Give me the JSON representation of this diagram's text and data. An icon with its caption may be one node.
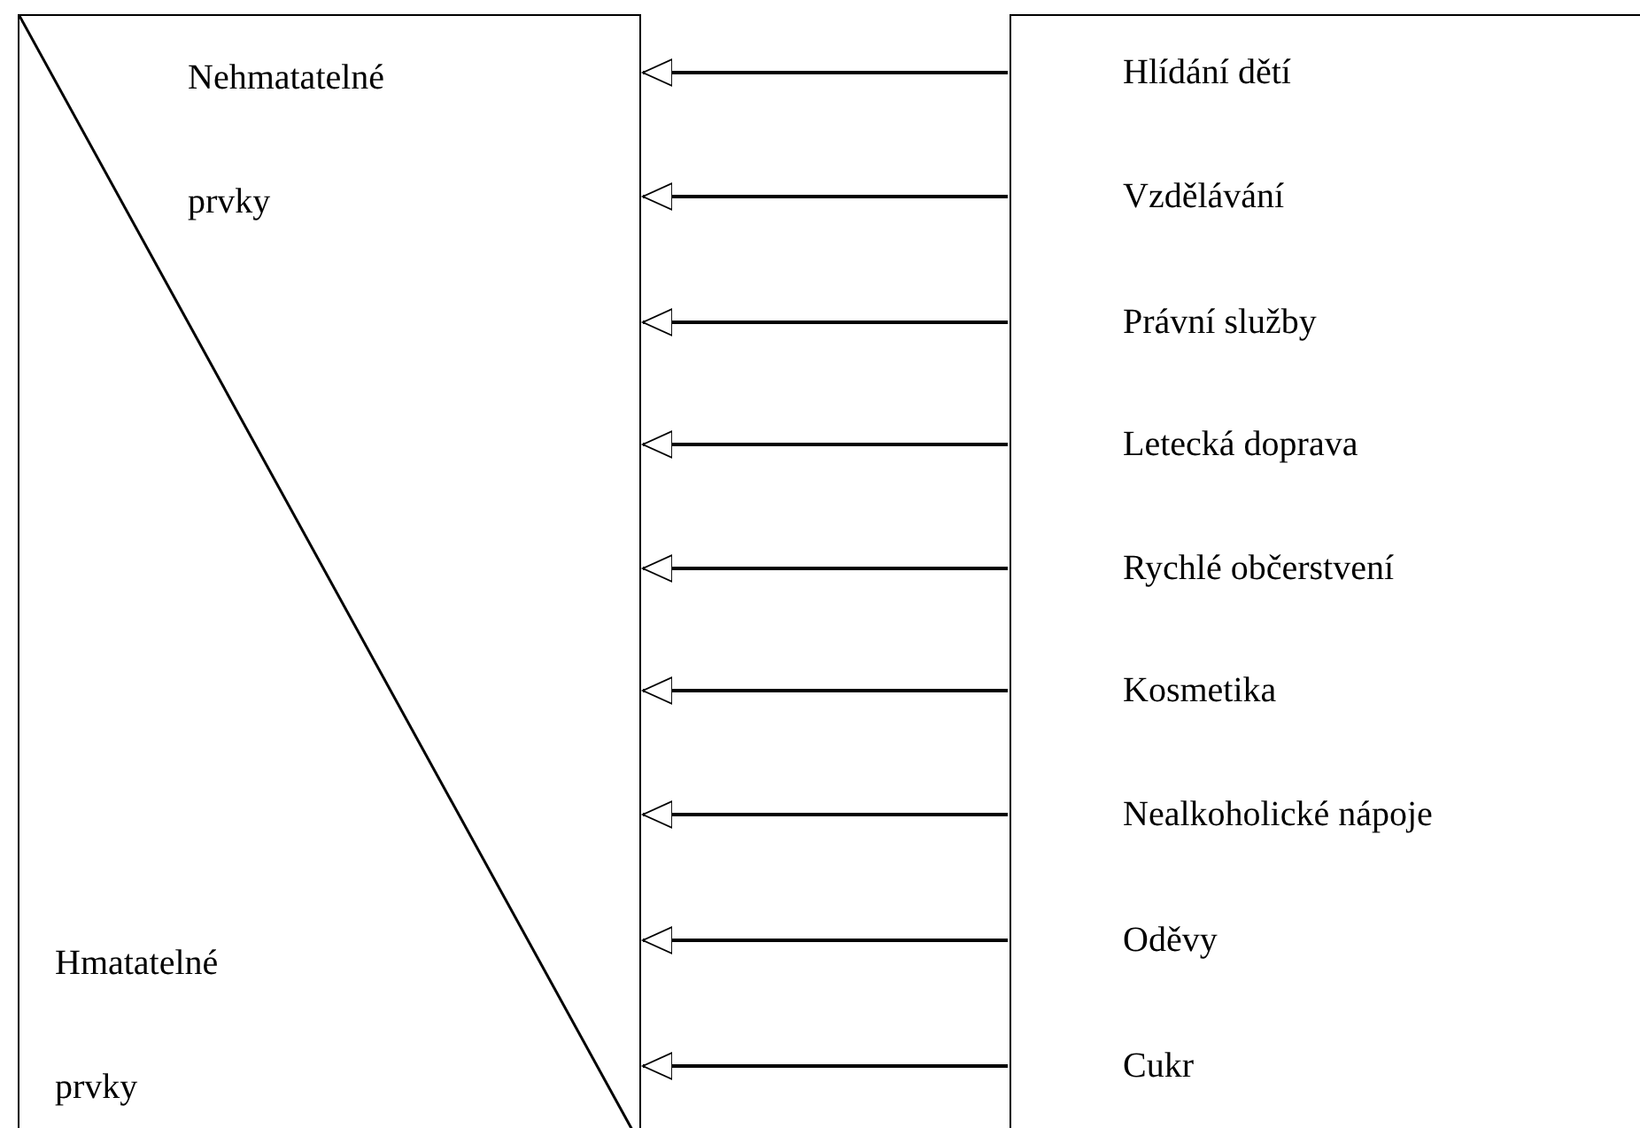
{
  "diagram": {
    "nodes": [
      {
        "text": [
          "Nehmatatelné prvky",
          "Hmatatelné prvky"
        ]
      },
      {
        "text": [],
        "shape": "box"
      },
      {
        "text": [
          "Hlídání dětí"
        ],
        "in": 1
      },
      {
        "text": [
          "Vzdělávání"
        ],
        "in": 1
      },
      {
        "text": [
          "Právní služby"
        ],
        "in": 1
      },
      {
        "text": [
          "Letecká doprava"
        ],
        "in": 1
      },
      {
        "text": [
          "Rychlé občerstvení"
        ],
        "in": 1
      },
      {
        "text": [
          "Kosmetika"
        ],
        "in": 1
      },
      {
        "text": [
          "Nealkoholické nápoje"
        ],
        "in": 1
      },
      {
        "text": [
          "Oděvy"
        ],
        "in": 1
      },
      {
        "text": [
          "Cukr"
        ],
        "in": 1
      }
    ],
    "edges": [
      {
        "from": 2,
        "to": 0,
        "arrow": "to"
      },
      {
        "from": 3,
        "to": 0,
        "arrow": "to"
      },
      {
        "from": 4,
        "to": 0,
        "arrow": "to"
      },
      {
        "from": 5,
        "to": 0,
        "arrow": "to"
      },
      {
        "from": 6,
        "to": 0,
        "arrow": "to"
      },
      {
        "from": 7,
        "to": 0,
        "arrow": "to"
      },
      {
        "from": 8,
        "to": 0,
        "arrow": "to"
      },
      {
        "from": 9,
        "to": 0,
        "arrow": "to"
      },
      {
        "from": 10,
        "to": 0,
        "arrow": "to"
      }
    ]
  }
}
